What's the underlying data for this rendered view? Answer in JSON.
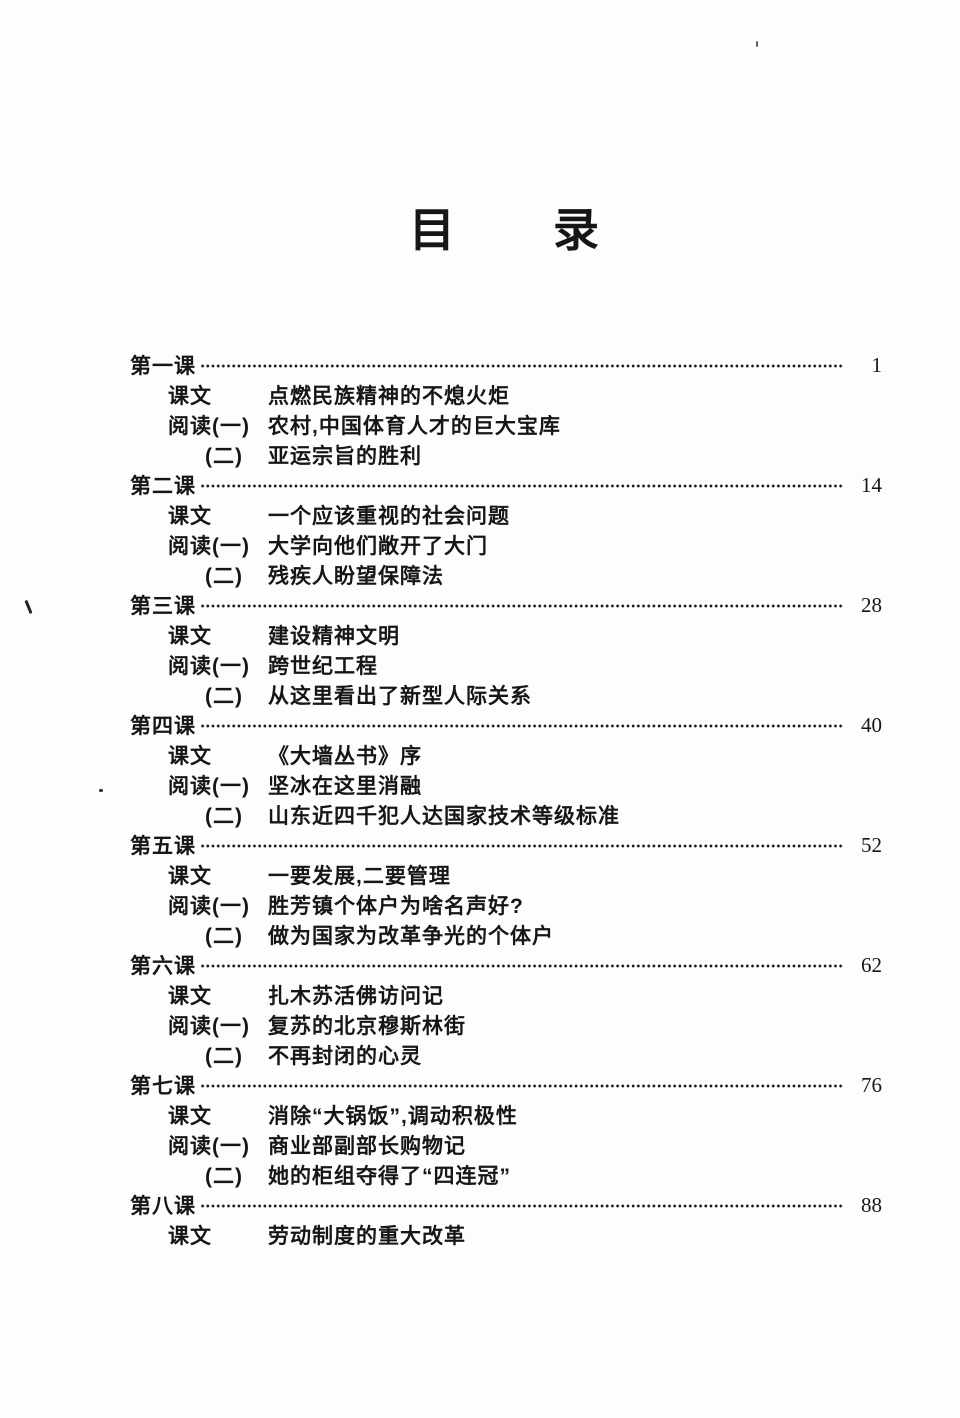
{
  "page": {
    "title": "目　　录"
  },
  "lessons": [
    {
      "title": "第一课",
      "page": "1",
      "items": [
        {
          "label": "课文",
          "text": "点燃民族精神的不熄火炬"
        },
        {
          "label": "阅读(一)",
          "text": "农村,中国体育人才的巨大宝库"
        },
        {
          "label": "(二)",
          "text": "亚运宗旨的胜利"
        }
      ]
    },
    {
      "title": "第二课",
      "page": "14",
      "items": [
        {
          "label": "课文",
          "text": "一个应该重视的社会问题"
        },
        {
          "label": "阅读(一)",
          "text": "大学向他们敞开了大门"
        },
        {
          "label": "(二)",
          "text": "残疾人盼望保障法"
        }
      ]
    },
    {
      "title": "第三课",
      "page": "28",
      "items": [
        {
          "label": "课文",
          "text": "建设精神文明"
        },
        {
          "label": "阅读(一)",
          "text": "跨世纪工程"
        },
        {
          "label": "(二)",
          "text": "从这里看出了新型人际关系"
        }
      ]
    },
    {
      "title": "第四课",
      "page": "40",
      "items": [
        {
          "label": "课文",
          "text": "《大墙丛书》序"
        },
        {
          "label": "阅读(一)",
          "text": "坚冰在这里消融"
        },
        {
          "label": "(二)",
          "text": "山东近四千犯人达国家技术等级标准"
        }
      ]
    },
    {
      "title": "第五课",
      "page": "52",
      "items": [
        {
          "label": "课文",
          "text": "一要发展,二要管理"
        },
        {
          "label": "阅读(一)",
          "text": "胜芳镇个体户为啥名声好?"
        },
        {
          "label": "(二)",
          "text": "做为国家为改革争光的个体户"
        }
      ]
    },
    {
      "title": "第六课",
      "page": "62",
      "items": [
        {
          "label": "课文",
          "text": "扎木苏活佛访问记"
        },
        {
          "label": "阅读(一)",
          "text": "复苏的北京穆斯林街"
        },
        {
          "label": "(二)",
          "text": "不再封闭的心灵"
        }
      ]
    },
    {
      "title": "第七课",
      "page": "76",
      "items": [
        {
          "label": "课文",
          "text": "消除“大锅饭”,调动积极性"
        },
        {
          "label": "阅读(一)",
          "text": "商业部副部长购物记"
        },
        {
          "label": "(二)",
          "text": "她的柜组夺得了“四连冠”"
        }
      ]
    },
    {
      "title": "第八课",
      "page": "88",
      "items": [
        {
          "label": "课文",
          "text": "劳动制度的重大改革"
        }
      ]
    }
  ]
}
